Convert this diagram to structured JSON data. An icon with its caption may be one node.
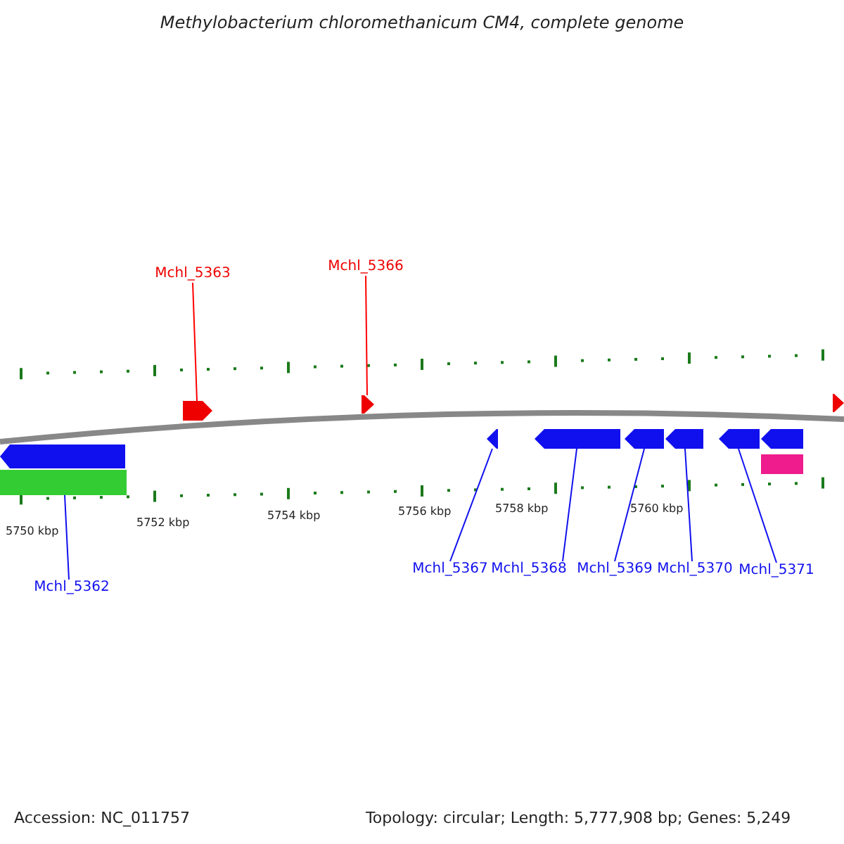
{
  "diagram": {
    "title": "Methylobacterium chloromethanicum CM4, complete genome",
    "nodes": [
      {
        "text": [
          "Mchl_5363"
        ]
      },
      {
        "text": [
          "Mchl_5366"
        ]
      },
      {
        "text": [],
        "shape": "pentagon"
      },
      {
        "text": [],
        "shape": "pentagon"
      },
      {
        "text": [],
        "shape": "pentagon"
      },
      {
        "text": [],
        "shape": "pentagon"
      },
      {
        "text": [],
        "shape": "bar"
      },
      {
        "text": [],
        "shape": "pentagon"
      },
      {
        "text": [],
        "shape": "pentagon"
      },
      {
        "text": [],
        "shape": "pentagon"
      },
      {
        "text": [],
        "shape": "pentagon"
      },
      {
        "text": [],
        "shape": "pentagon"
      },
      {
        "text": [],
        "shape": "pentagon"
      },
      {
        "text": [],
        "shape": "bar"
      },
      {
        "text": [
          "Mchl_5362"
        ]
      },
      {
        "text": [
          "Mchl_5367"
        ]
      },
      {
        "text": [
          "Mchl_5368"
        ]
      },
      {
        "text": [
          "Mchl_5369"
        ]
      },
      {
        "text": [
          "Mchl_5370"
        ]
      },
      {
        "text": [
          "Mchl_5371"
        ]
      }
    ],
    "edges": [
      {
        "from": 0,
        "to": 2,
        "arrow": "none",
        "color": "#ff0000"
      },
      {
        "from": 1,
        "to": 3,
        "arrow": "none",
        "color": "#ff0000"
      },
      {
        "from": 14,
        "to": 6,
        "arrow": "none"
      },
      {
        "from": 15,
        "to": 7,
        "arrow": "none"
      },
      {
        "from": 16,
        "to": 8,
        "arrow": "none"
      },
      {
        "from": 17,
        "to": 9,
        "arrow": "none"
      },
      {
        "from": 18,
        "to": 10,
        "arrow": "none"
      },
      {
        "from": 19,
        "to": 11,
        "arrow": "none"
      }
    ],
    "labels": [
      "5750 kbp",
      "5752 kbp",
      "5754 kbp",
      "5756 kbp",
      "5758 kbp",
      "5760 kbp",
      "Accession: NC_011757",
      "Topology: circular; Length: 5,777,908 bp; Genes: 5,249"
    ]
  }
}
